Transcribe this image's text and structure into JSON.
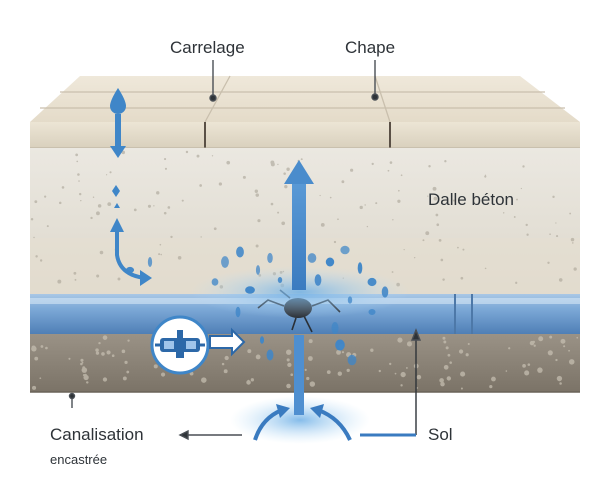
{
  "labels": {
    "carrelage": "Carrelage",
    "chape": "Chape",
    "dalle": "Dalle béton",
    "canalisation": "Canalisation",
    "encastree": "encastrée",
    "sol": "Sol"
  },
  "icons": {
    "water_drop": "water-drop-icon",
    "valve": "valve-meter-icon",
    "crack": "pipe-crack-icon"
  },
  "colors": {
    "water": "#3f86c8",
    "pipe": "#6f9fd2",
    "tile": "#e9e2d4",
    "concrete": "#e4e0d6",
    "soil": "#8c8478",
    "text": "#2e3338"
  }
}
